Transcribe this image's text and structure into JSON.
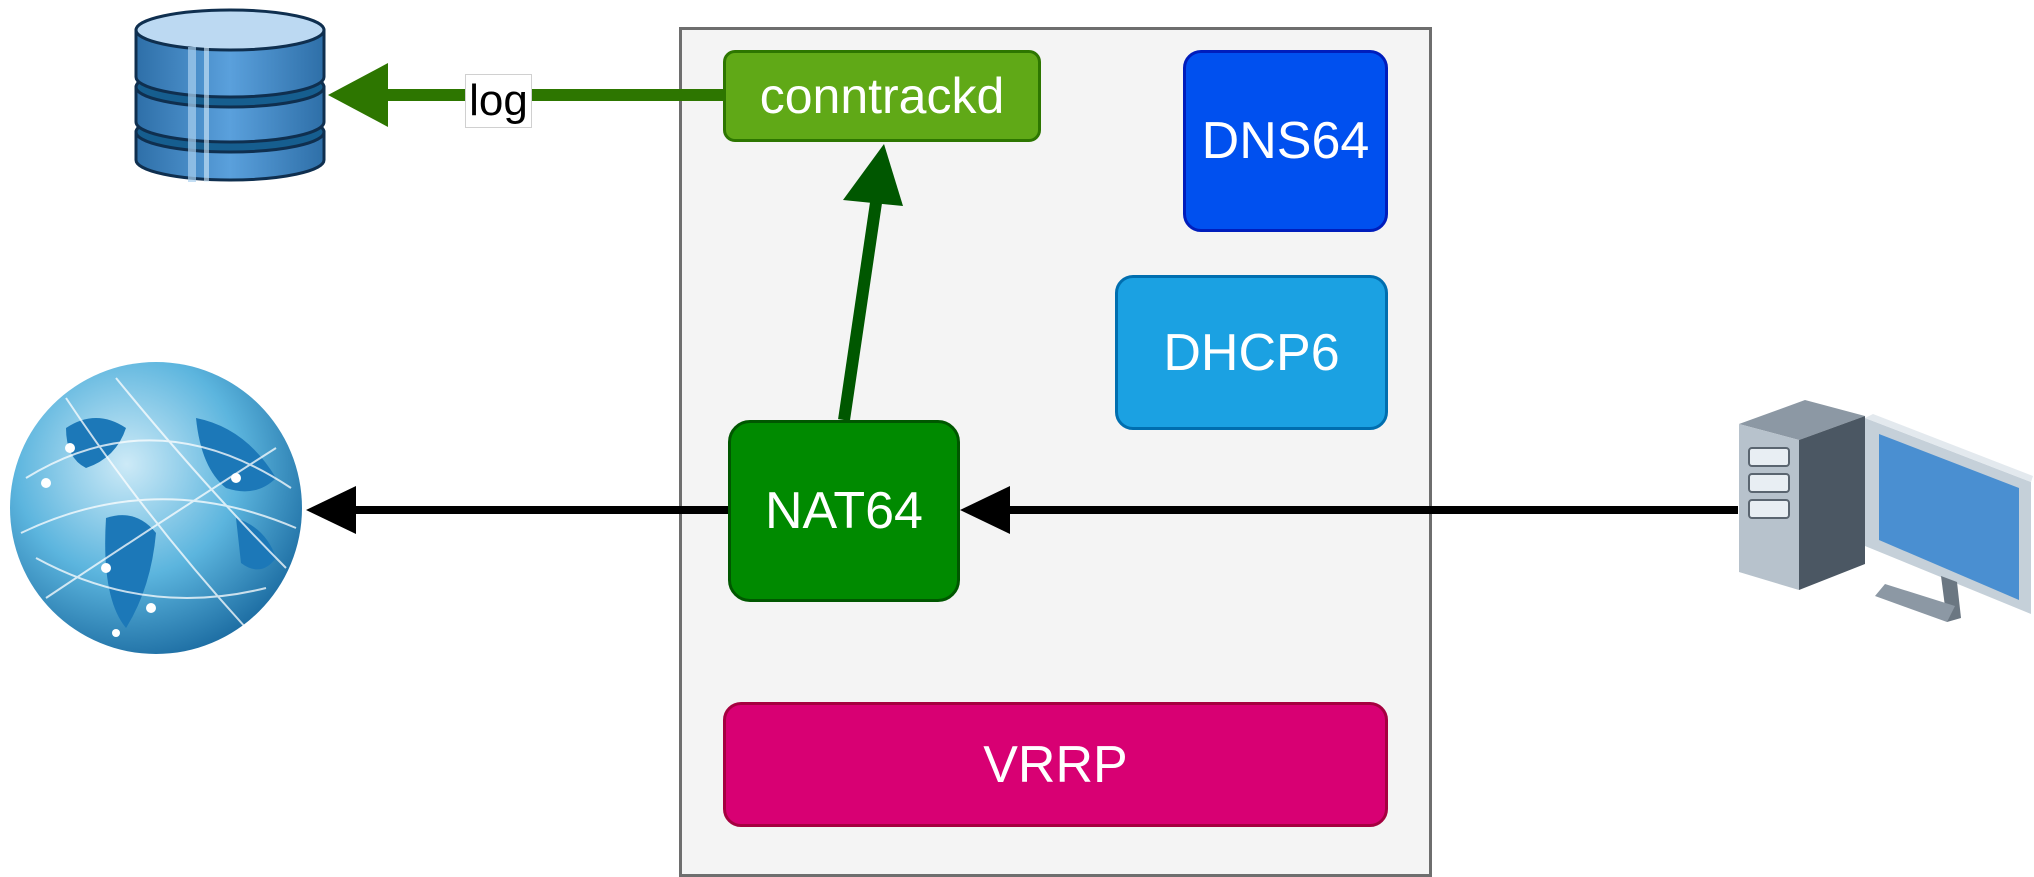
{
  "nodes": {
    "conntrackd": "conntrackd",
    "dns64": "DNS64",
    "dhcp6": "DHCP6",
    "nat64": "NAT64",
    "vrrp": "VRRP"
  },
  "edges": {
    "log_label": "log"
  },
  "icons": {
    "database": "database-icon",
    "globe": "globe-icon",
    "computer": "computer-icon"
  },
  "colors": {
    "conntrackd_fill": "#60a917",
    "conntrackd_border": "#2d7600",
    "dns64_fill": "#0050ef",
    "dns64_border": "#001dbc",
    "dhcp6_fill": "#1ba1e2",
    "dhcp6_border": "#006eaf",
    "nat64_fill": "#008a00",
    "nat64_border": "#005700",
    "vrrp_fill": "#d80073",
    "vrrp_border": "#a50040",
    "log_arrow": "#2d7600",
    "nat_to_conntrack_arrow": "#005700",
    "traffic_arrow": "#000000"
  }
}
